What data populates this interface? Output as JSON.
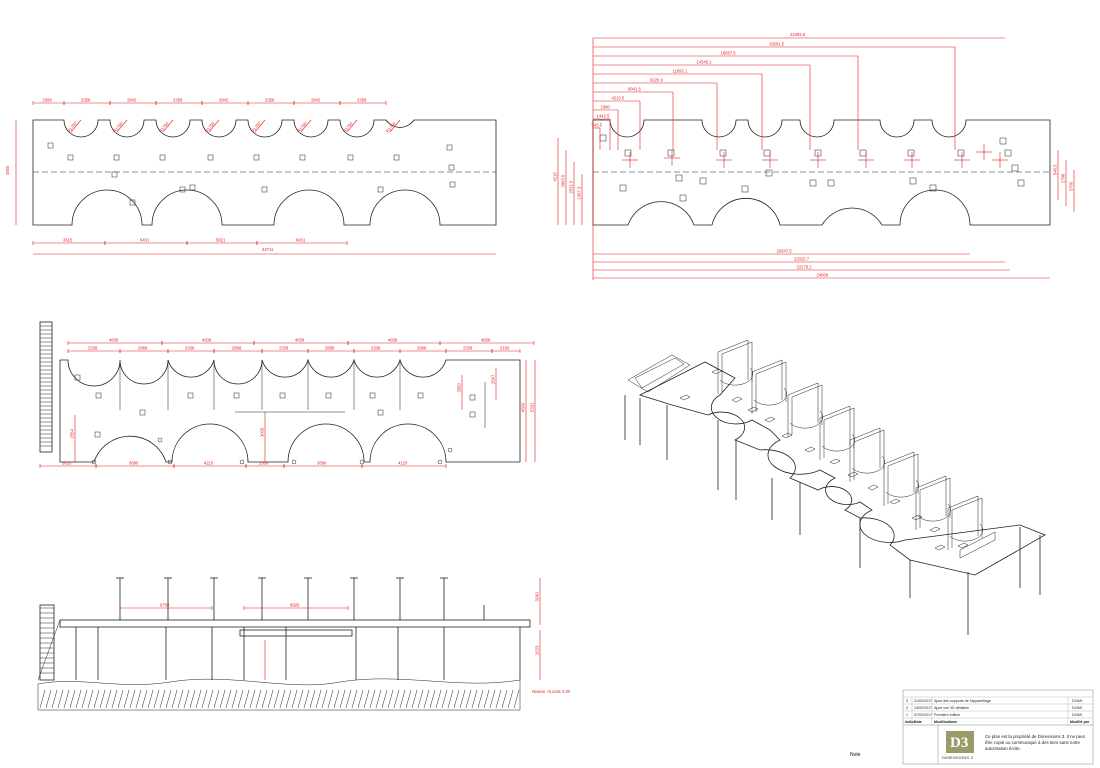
{
  "drawing": {
    "plan_top_left": {
      "dims_top": [
        "2390",
        "2358",
        "2842",
        "2358",
        "2842",
        "2358",
        "2842",
        "2358"
      ],
      "dims_bottom": [
        "3615",
        "6431",
        "5821",
        "6431"
      ],
      "total": "24711",
      "height_left": "4500",
      "radius_labels": [
        "R1750",
        "R1750",
        "R1750",
        "R1750",
        "R1750",
        "R1750",
        "R1750",
        "R1750"
      ]
    },
    "plan_top_right": {
      "overall_top": "22392.5",
      "stack_dims": [
        "19591.5",
        "16687.5",
        "14345.1",
        "11692.1",
        "9226.9",
        "6841.5",
        "4210.5",
        "1990",
        "1442.5",
        "543.5"
      ],
      "bottom_dims": [
        "20347.5",
        "22025.7",
        "22170.2",
        "24006"
      ],
      "left_dims": [
        "4215",
        "2955.6",
        "2531.5",
        "1307.3"
      ],
      "right_dims": [
        "546.5",
        "2798",
        "3700"
      ]
    },
    "plan_mid_left": {
      "top_row": [
        "4839",
        "4839",
        "4839",
        "4839",
        "4839"
      ],
      "sub_row": [
        "2338",
        "2868",
        "2338",
        "2868",
        "2338",
        "2868",
        "2338",
        "2868",
        "2338",
        "2190"
      ],
      "bottom_row": [
        "3620",
        "3890",
        "4210",
        "2306",
        "3890",
        "4120"
      ],
      "side": [
        "4500",
        "5331"
      ],
      "inner": [
        "3500",
        "2547",
        "2554",
        "3000"
      ]
    },
    "elevation": {
      "dims": [
        "9750",
        "9925",
        "3240",
        "2623"
      ],
      "ground_label": "Niveau +0,ocite 0.00"
    }
  },
  "title_block": {
    "rows": [
      {
        "index": "3",
        "date": "21/02/2017",
        "mod": "Ajout des supports de l'appareillage",
        "author": "DV/MI"
      },
      {
        "index": "2",
        "date": "14/02/2017",
        "mod": "Ajout vue 3D détaillée",
        "author": "DV/MI"
      },
      {
        "index": "1",
        "date": "07/02/2017",
        "mod": "Première édition",
        "author": "DV/MI"
      }
    ],
    "headers": {
      "index": "Indice",
      "date": "Date",
      "mod": "Modifications",
      "author": "Modifié par"
    },
    "note_label": "Note",
    "description": "Ce plan est la propriété de Dimensions 3. Il ne peut être copié ou communiqué à des tiers sans notre autorisation écrite.",
    "brand": "DIMENSIONS 3",
    "logo_letters": "D3"
  },
  "colors": {
    "dimension": "#e02020",
    "line": "#222222"
  }
}
